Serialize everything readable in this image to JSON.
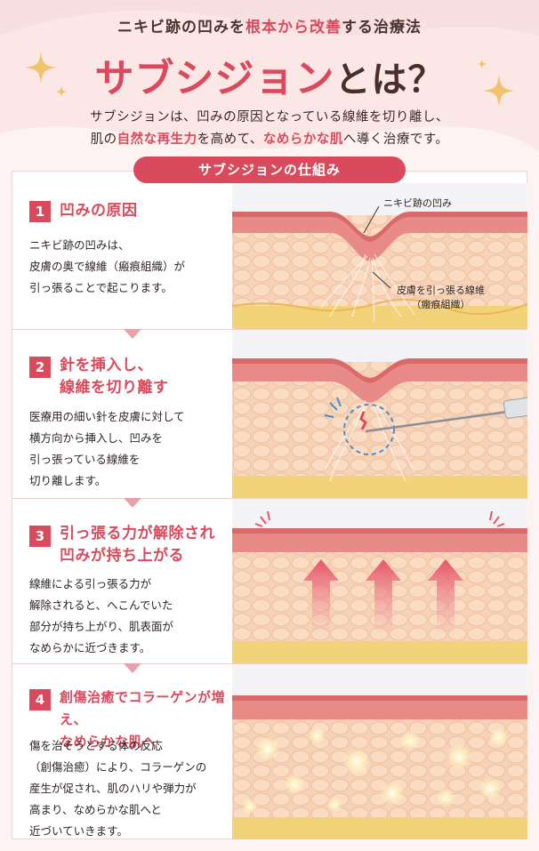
{
  "header": {
    "eyebrow_pre": "ニキビ跡の凹みを",
    "eyebrow_em": "根本から改善",
    "eyebrow_post": "する治療法",
    "title_main": "サブシジョン",
    "title_suffix": "とは？",
    "lead_line1": "サブシジョンは、凹みの原因となっている線維を切り離し、",
    "lead_line2_a": "肌の",
    "lead_line2_b": "自然な再生力",
    "lead_line2_c": "を高めて、",
    "lead_line2_d": "なめらかな肌",
    "lead_line2_e": "へ導く治療です。"
  },
  "section_title": "サブシジョンの仕組み",
  "steps": [
    {
      "num": "1",
      "heading": [
        "凹みの原因"
      ],
      "body": [
        "ニキビ跡の凹みは、",
        "皮膚の奥で線維（瘢痕組織）が",
        "引っ張ることで起こります。"
      ],
      "callout_top": "ニキビ跡の凹み",
      "callout_mid": [
        "皮膚を引っ張る線維",
        "（瘢痕組織）"
      ]
    },
    {
      "num": "2",
      "heading": [
        "針を挿入し、",
        "線維を切り離す"
      ],
      "body": [
        "医療用の細い針を皮膚に対して",
        "横方向から挿入し、凹みを",
        "引っ張っている線維を",
        "切り離します。"
      ]
    },
    {
      "num": "3",
      "heading": [
        "引っ張る力が解除され",
        "凹みが持ち上がる"
      ],
      "body": [
        "線維による引っ張る力が",
        "解除されると、へこんでいた",
        "部分が持ち上がり、肌表面が",
        "なめらかに近づきます。"
      ]
    },
    {
      "num": "4",
      "heading": [
        "創傷治癒でコラーゲンが増え、",
        "なめらかな肌へ"
      ],
      "body": [
        "傷を治そうとする体の反応",
        "（創傷治癒）により、コラーゲンの",
        "産生が促され、肌のハリや弾力が",
        "高まり、なめらかな肌へと",
        "近づいていきます。"
      ]
    }
  ],
  "colors": {
    "accent": "#d94a5c",
    "skin_top": "#e98a86",
    "skin_mid": "#f6c7a8",
    "fat": "#f3d37a"
  }
}
